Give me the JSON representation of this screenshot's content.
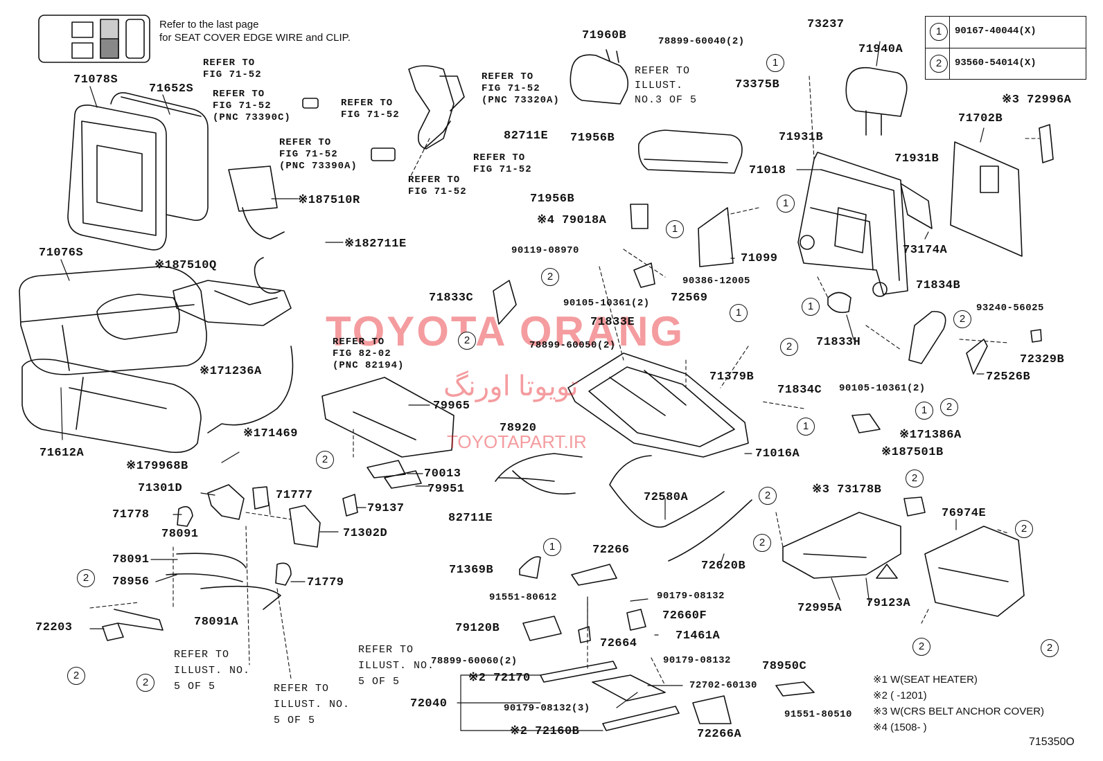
{
  "header_note": [
    "Refer to the last page",
    "for SEAT COVER EDGE WIRE and CLIP."
  ],
  "legend": [
    {
      "symbol": "1",
      "code": "90167-40044(X)"
    },
    {
      "symbol": "2",
      "code": "93560-54014(X)"
    }
  ],
  "footnotes": [
    "※1 W(SEAT HEATER)",
    "※2 (      -1201)",
    "※3 W(CRS BELT ANCHOR COVER)",
    "※4 (1508-      )"
  ],
  "figure_id": "715350O",
  "watermark": {
    "title": "TOYOTA ORANG",
    "persian": "تویوتا اورنگ",
    "site": "TOYOTAPART.IR",
    "color": "#e8262d"
  },
  "refer_notes": {
    "r1": [
      "REFER TO",
      "FIG 71-52"
    ],
    "r2": [
      "REFER TO",
      "FIG 71-52",
      "(PNC 73390C)"
    ],
    "r3": [
      "REFER TO",
      "FIG 71-52"
    ],
    "r4": [
      "REFER TO",
      "FIG 71-52",
      "(PNC 73320A)"
    ],
    "r5": [
      "REFER TO",
      "FIG 71-52",
      "(PNC 73390A)"
    ],
    "r6": [
      "REFER TO",
      "FIG 71-52"
    ],
    "r7": [
      "REFER TO",
      "FIG 71-52"
    ],
    "r8": [
      "REFER TO",
      "ILLUST.",
      "NO.3 OF 5"
    ],
    "r9": [
      "REFER TO",
      "FIG 82-02",
      "(PNC 82194)"
    ],
    "r10": [
      "REFER TO",
      "ILLUST. NO.",
      "5 OF 5"
    ],
    "r11": [
      "REFER TO",
      "ILLUST. NO.",
      "5 OF 5"
    ],
    "r12": [
      "REFER TO",
      "ILLUST. NO.",
      "5 OF 5"
    ]
  },
  "parts": {
    "p71078S": "71078S",
    "p71652S": "71652S",
    "p187510R": "※187510R",
    "p182711E": "※182711E",
    "p71076S": "71076S",
    "p187510Q": "※187510Q",
    "p171236A": "※171236A",
    "p71612A": "71612A",
    "p171469": "※171469",
    "p179968B": "※179968B",
    "p71301D": "71301D",
    "p71777": "71777",
    "p71778": "71778",
    "p78091a": "78091",
    "p78091b": "78091",
    "p78956": "78956",
    "p72203": "72203",
    "p78091A": "78091A",
    "p71302D": "71302D",
    "p79137": "79137",
    "p71779": "71779",
    "p82711E": "82711E",
    "p71960B": "71960B",
    "p71956B_1": "71956B",
    "p71956B_2": "71956B",
    "p479018A": "※4 79018A",
    "p78899_60040": "78899-60040(2)",
    "p73237": "73237",
    "p73375B": "73375B",
    "p71940A": "71940A",
    "p72996A": "※3 72996A",
    "p71702B": "71702B",
    "p71931B_1": "71931B",
    "p71931B_2": "71931B",
    "p71018": "71018",
    "p73174A": "73174A",
    "p71099": "71099",
    "p90119_08970": "90119-08970",
    "p90386_12005": "90386-12005",
    "p90105_10361a": "90105-10361(2)",
    "p72569": "72569",
    "p71833C": "71833C",
    "p71833E": "71833E",
    "p78899_60050": "78899-60050(2)",
    "p71833H": "71833H",
    "p71834B": "71834B",
    "p93240_56025": "93240-56025",
    "p72329B": "72329B",
    "p72526B": "72526B",
    "p90105_10361b": "90105-10361(2)",
    "p71379B": "71379B",
    "p71834C": "71834C",
    "p79965": "79965",
    "p78920": "78920",
    "p71016A": "71016A",
    "p171386A": "※171386A",
    "p187501B": "※187501B",
    "p70013": "70013",
    "p79951": "79951",
    "p82711E_b": "82711E",
    "p72580A": "72580A",
    "p373178B": "※3 73178B",
    "p76974E": "76974E",
    "p72620B": "72620B",
    "p71369B": "71369B",
    "p72266": "72266",
    "p72995A": "72995A",
    "p79123A": "79123A",
    "p91551_80612": "91551-80612",
    "p90179_08132a": "90179-08132",
    "p72660F": "72660F",
    "p79120B": "79120B",
    "p72664": "72664",
    "p71461A": "71461A",
    "p78899_60060": "78899-60060(2)",
    "p90179_08132b": "90179-08132",
    "p72170": "※2 72170",
    "p72702_60130": "72702-60130",
    "p78950C": "78950C",
    "p72040": "72040",
    "p90179_08132c": "90179-08132(3)",
    "p91551_80510": "91551-80510",
    "p72160B": "※2 72160B",
    "p72266A": "72266A"
  }
}
